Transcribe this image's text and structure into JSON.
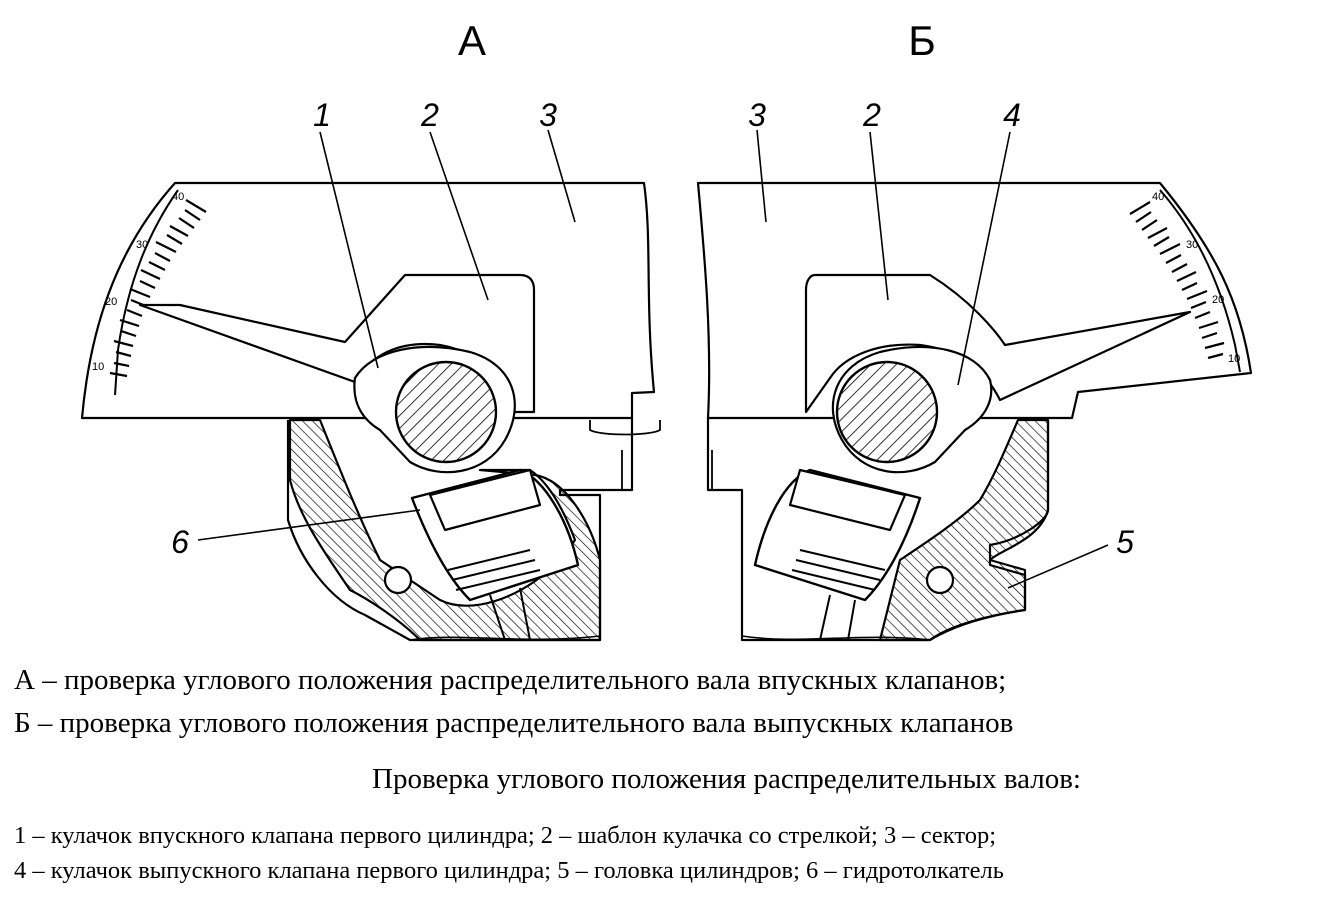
{
  "views": {
    "a": {
      "letter": "А"
    },
    "b": {
      "letter": "Б"
    }
  },
  "callouts": {
    "c1": "1",
    "c2_left": "2",
    "c3_left": "3",
    "c3_right": "3",
    "c2_right": "2",
    "c4": "4",
    "c5": "5",
    "c6": "6"
  },
  "scale_labels": {
    "left": [
      "10",
      "20",
      "30",
      "40"
    ],
    "right": [
      "10",
      "20",
      "30",
      "40"
    ]
  },
  "captions": {
    "a": "А – проверка углового положения распределительного вала впускных клапанов;",
    "b": "Б – проверка углового положения распределительного вала выпускных клапанов"
  },
  "figure_title": "Проверка углового положения распределительных валов:",
  "legend": {
    "line1": "1 – кулачок впускного клапана первого цилиндра; 2 – шаблон кулачка со стрелкой; 3 – сектор;",
    "line2": "4 – кулачок выпускного клапана первого цилиндра; 5 – головка цилиндров; 6 – гидротолкатель"
  }
}
